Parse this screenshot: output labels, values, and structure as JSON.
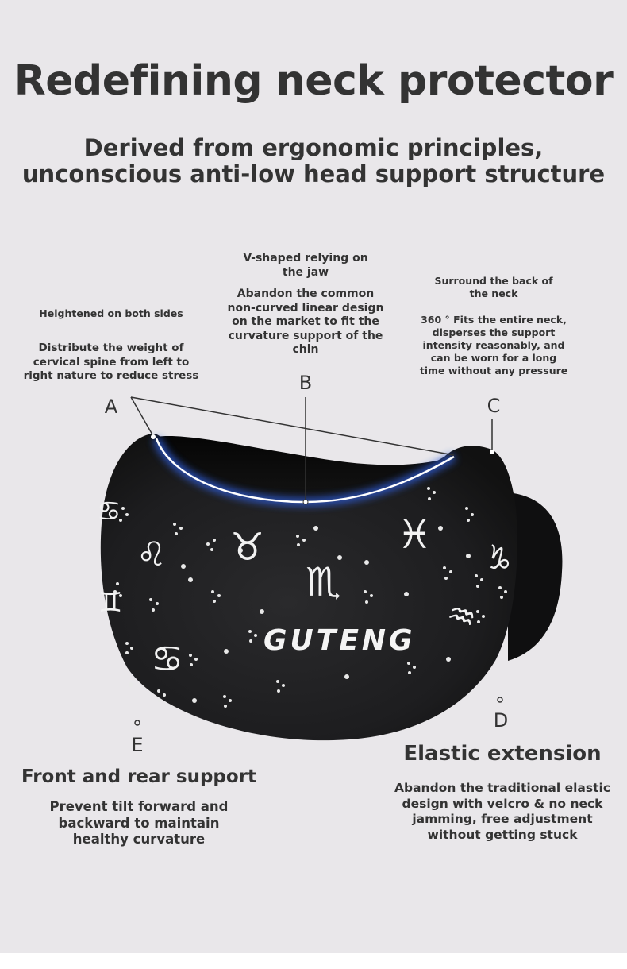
{
  "header": {
    "title": "Redefining neck protector",
    "subtitle_line1": "Derived from ergonomic principles,",
    "subtitle_line2": "unconscious anti-low head support structure"
  },
  "callouts": {
    "A": {
      "letter": "A",
      "heading": "Heightened on both sides",
      "body": [
        "Distribute the weight of",
        "cervical spine from left to",
        "right nature to reduce stress"
      ]
    },
    "B": {
      "letter": "B",
      "heading": [
        "V-shaped relying on",
        "the jaw"
      ],
      "body": [
        "Abandon the common",
        "non-curved linear design",
        "on the market to fit the",
        "curvature support of the",
        "chin"
      ]
    },
    "C": {
      "letter": "C",
      "heading": [
        "Surround the back of",
        "the neck"
      ],
      "body": [
        "360 ° Fits the entire neck,",
        "disperses the support",
        "intensity reasonably, and",
        "can be worn for a long",
        "time without any pressure"
      ]
    },
    "D": {
      "letter": "D",
      "title": "Elastic extension",
      "body": [
        "Abandon the traditional elastic",
        "design with velcro & no neck",
        "jamming, free adjustment",
        "without getting stuck"
      ]
    },
    "E": {
      "letter": "E",
      "title": "Front and rear support",
      "body": [
        "Prevent tilt forward and",
        "backward to maintain",
        "healthy curvature"
      ]
    }
  },
  "product": {
    "brand": "GUTENG",
    "zodiac_symbols": [
      "♌",
      "♉",
      "♏",
      "♓",
      "♑",
      "♒",
      "♐",
      "♋",
      "♊"
    ],
    "colors": {
      "background": "#e9e7ea",
      "pillow": "#1c1c1e",
      "glow": "#2d5bd6",
      "text": "#333333"
    }
  }
}
